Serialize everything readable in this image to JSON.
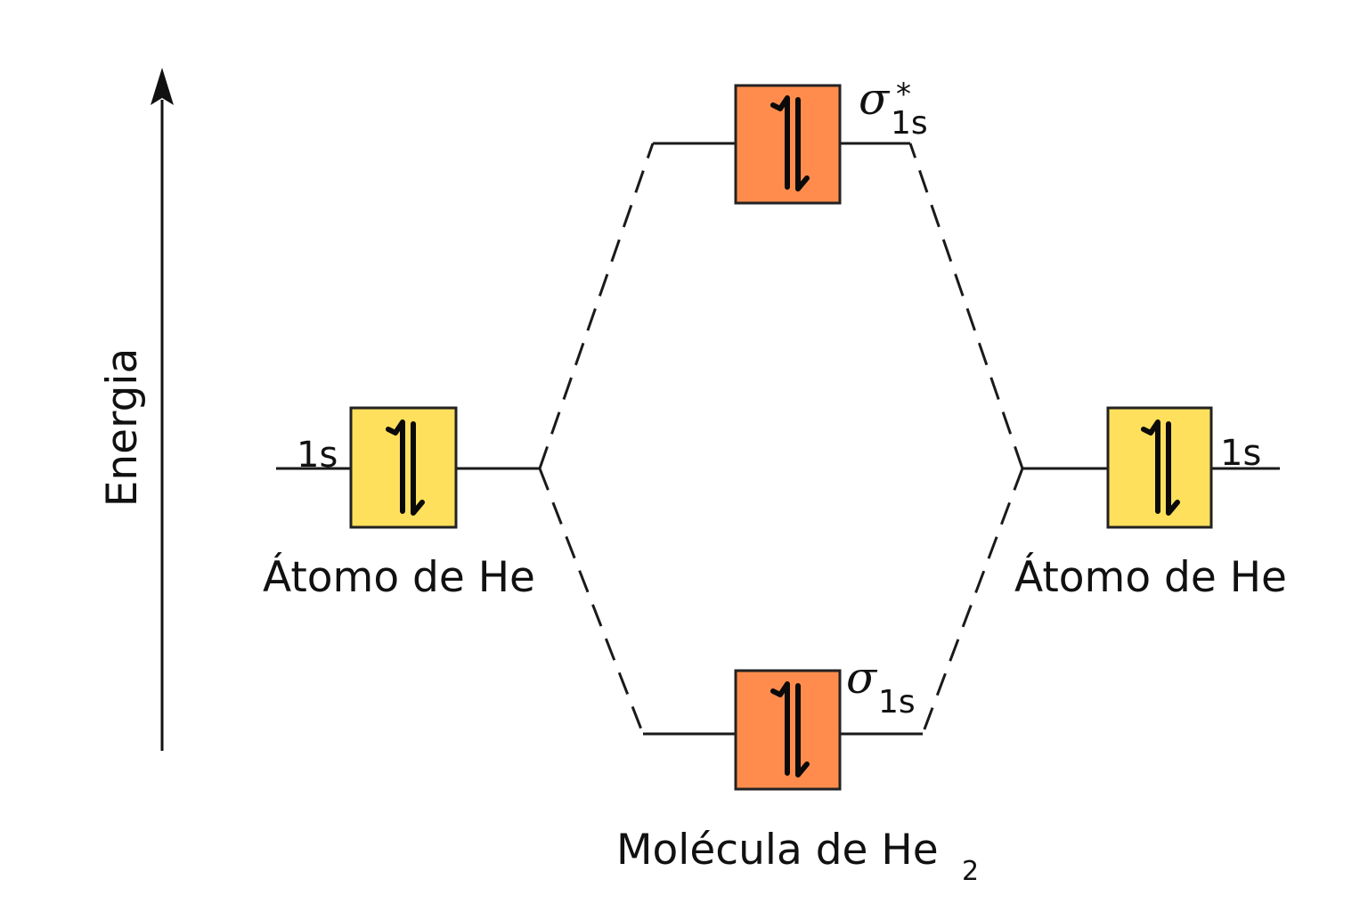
{
  "axis": {
    "label": "Energia"
  },
  "atoms": {
    "left": {
      "name": "Átomo de He",
      "orbital": "1s",
      "fill_color": "#FEE05C",
      "electrons": "up-down"
    },
    "right": {
      "name": "Átomo de He",
      "orbital": "1s",
      "fill_color": "#FEE05C",
      "electrons": "up-down"
    }
  },
  "molecule": {
    "name": "Molécula de He",
    "name_subscript": "2",
    "antibonding": {
      "symbol": "σ",
      "subscript": "1s",
      "superscript": "*",
      "fill_color": "#FF8C4C",
      "electrons": "up-down"
    },
    "bonding": {
      "symbol": "σ",
      "subscript": "1s",
      "fill_color": "#FF8C4C",
      "electrons": "up-down"
    }
  },
  "colors": {
    "line": "#1a1a1a",
    "atomic_orbital": "#FEE05C",
    "molecular_orbital": "#FF8C4C"
  }
}
